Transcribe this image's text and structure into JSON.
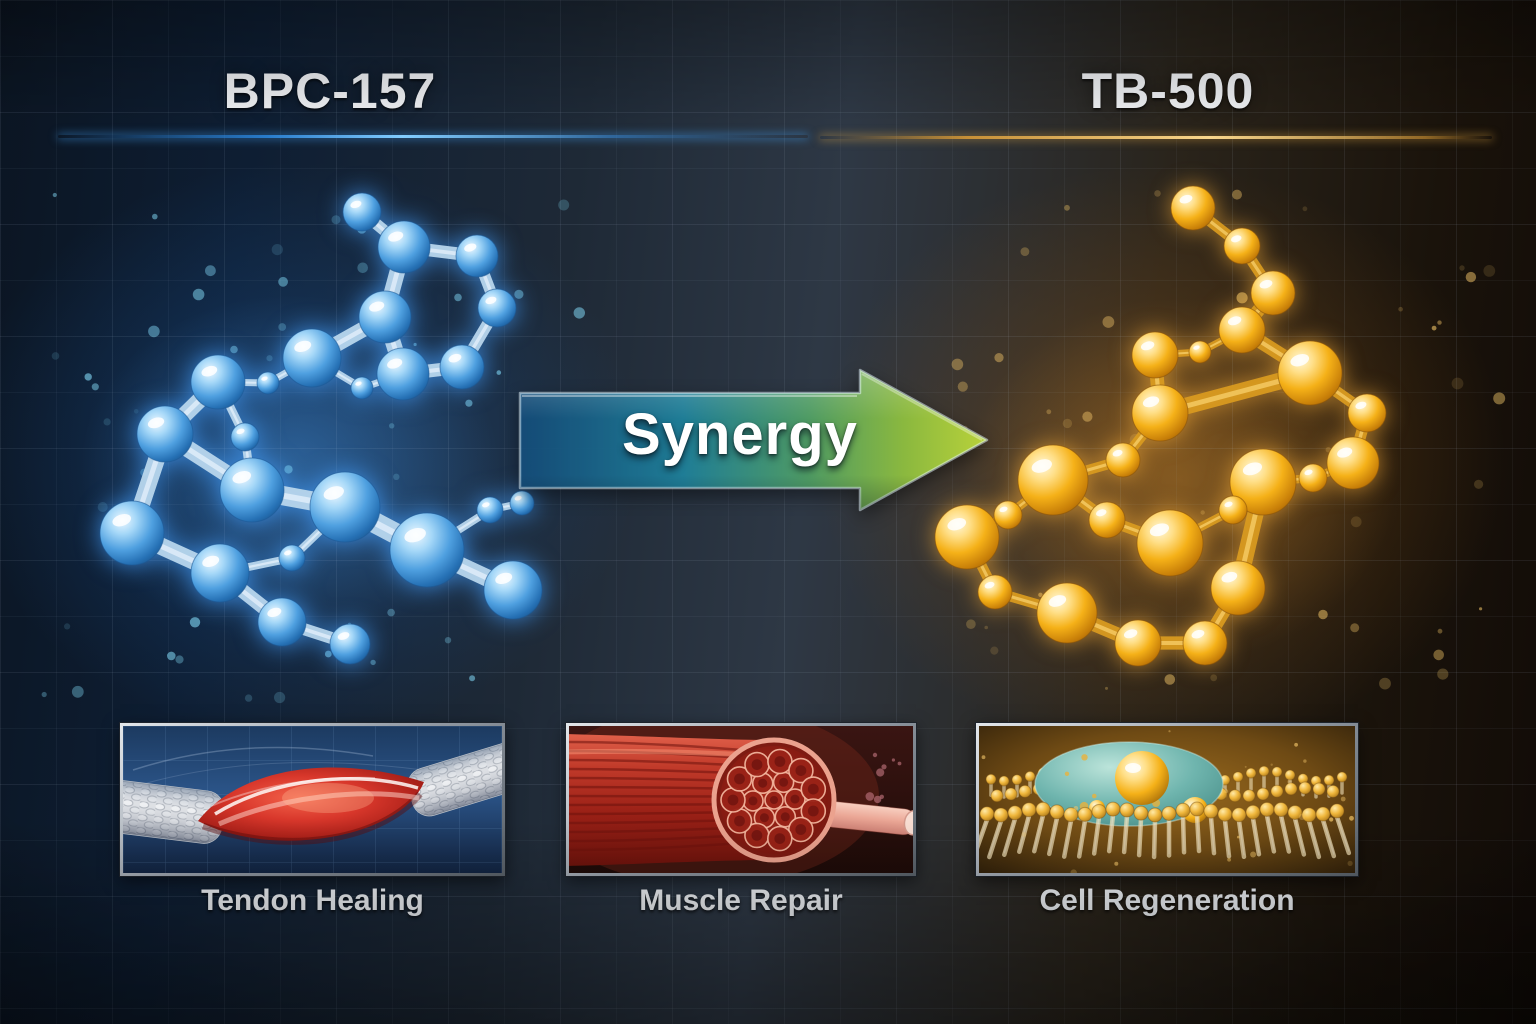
{
  "header": {
    "left_title": "BPC-157",
    "right_title": "TB-500"
  },
  "arrow": {
    "label": "Synergy"
  },
  "panels": [
    {
      "label": "Tendon Healing"
    },
    {
      "label": "Muscle Repair"
    },
    {
      "label": "Cell Regeneration"
    }
  ],
  "molecules": {
    "bpc157": {
      "label": "BPC-157 molecule",
      "ball_color": "#4fa0e0",
      "nodes": [
        [
          362,
          212,
          19
        ],
        [
          404,
          247,
          26
        ],
        [
          477,
          256,
          21
        ],
        [
          497,
          308,
          19
        ],
        [
          385,
          317,
          26
        ],
        [
          462,
          367,
          22
        ],
        [
          403,
          374,
          26
        ],
        [
          312,
          358,
          29
        ],
        [
          268,
          383,
          11
        ],
        [
          218,
          382,
          27
        ],
        [
          362,
          388,
          11
        ],
        [
          165,
          434,
          28
        ],
        [
          245,
          437,
          14
        ],
        [
          252,
          490,
          32
        ],
        [
          345,
          507,
          35
        ],
        [
          132,
          533,
          32
        ],
        [
          220,
          573,
          29
        ],
        [
          292,
          558,
          13
        ],
        [
          427,
          550,
          37
        ],
        [
          490,
          510,
          13
        ],
        [
          522,
          503,
          12
        ],
        [
          513,
          590,
          29
        ],
        [
          282,
          622,
          24
        ],
        [
          350,
          644,
          20
        ]
      ],
      "bonds": [
        [
          0,
          1
        ],
        [
          1,
          2
        ],
        [
          2,
          3
        ],
        [
          3,
          5
        ],
        [
          5,
          6
        ],
        [
          6,
          4
        ],
        [
          4,
          1
        ],
        [
          4,
          7
        ],
        [
          7,
          8
        ],
        [
          8,
          9
        ],
        [
          9,
          11
        ],
        [
          9,
          12
        ],
        [
          12,
          13
        ],
        [
          11,
          13
        ],
        [
          11,
          15
        ],
        [
          13,
          14
        ],
        [
          14,
          17
        ],
        [
          17,
          16
        ],
        [
          15,
          16
        ],
        [
          16,
          22
        ],
        [
          22,
          23
        ],
        [
          14,
          18
        ],
        [
          18,
          19
        ],
        [
          19,
          20
        ],
        [
          18,
          21
        ],
        [
          7,
          10
        ],
        [
          10,
          6
        ]
      ]
    },
    "tb500": {
      "label": "TB-500 molecule",
      "ball_color": "#f0a912",
      "nodes": [
        [
          1193,
          208,
          22
        ],
        [
          1242,
          246,
          18
        ],
        [
          1273,
          293,
          22
        ],
        [
          1242,
          330,
          23
        ],
        [
          1200,
          352,
          11
        ],
        [
          1155,
          355,
          23
        ],
        [
          1310,
          373,
          32
        ],
        [
          1367,
          413,
          19
        ],
        [
          1353,
          463,
          26
        ],
        [
          1313,
          478,
          14
        ],
        [
          1263,
          482,
          33
        ],
        [
          1233,
          510,
          14
        ],
        [
          1160,
          413,
          28
        ],
        [
          1123,
          460,
          17
        ],
        [
          1053,
          480,
          35
        ],
        [
          1008,
          515,
          14
        ],
        [
          967,
          537,
          32
        ],
        [
          995,
          592,
          17
        ],
        [
          1067,
          613,
          30
        ],
        [
          1138,
          643,
          23
        ],
        [
          1107,
          520,
          18
        ],
        [
          1170,
          543,
          33
        ],
        [
          1238,
          588,
          27
        ],
        [
          1205,
          643,
          22
        ]
      ],
      "bonds": [
        [
          0,
          1
        ],
        [
          1,
          2
        ],
        [
          2,
          3
        ],
        [
          3,
          4
        ],
        [
          4,
          5
        ],
        [
          3,
          6
        ],
        [
          6,
          7
        ],
        [
          7,
          8
        ],
        [
          8,
          9
        ],
        [
          9,
          10
        ],
        [
          10,
          11
        ],
        [
          11,
          21
        ],
        [
          5,
          12
        ],
        [
          12,
          6
        ],
        [
          12,
          13
        ],
        [
          13,
          14
        ],
        [
          14,
          15
        ],
        [
          15,
          16
        ],
        [
          16,
          17
        ],
        [
          17,
          18
        ],
        [
          18,
          19
        ],
        [
          19,
          23
        ],
        [
          23,
          22
        ],
        [
          22,
          10
        ],
        [
          21,
          20
        ],
        [
          20,
          14
        ]
      ]
    }
  },
  "colors": {
    "left_accent": "#4db8ff",
    "right_accent": "#e8a83c",
    "arrow_start": "#1a5c94",
    "arrow_end": "#b6cf38",
    "background_left": "#0e1e33",
    "background_center": "#2e3845",
    "background_right": "#1c140c"
  }
}
